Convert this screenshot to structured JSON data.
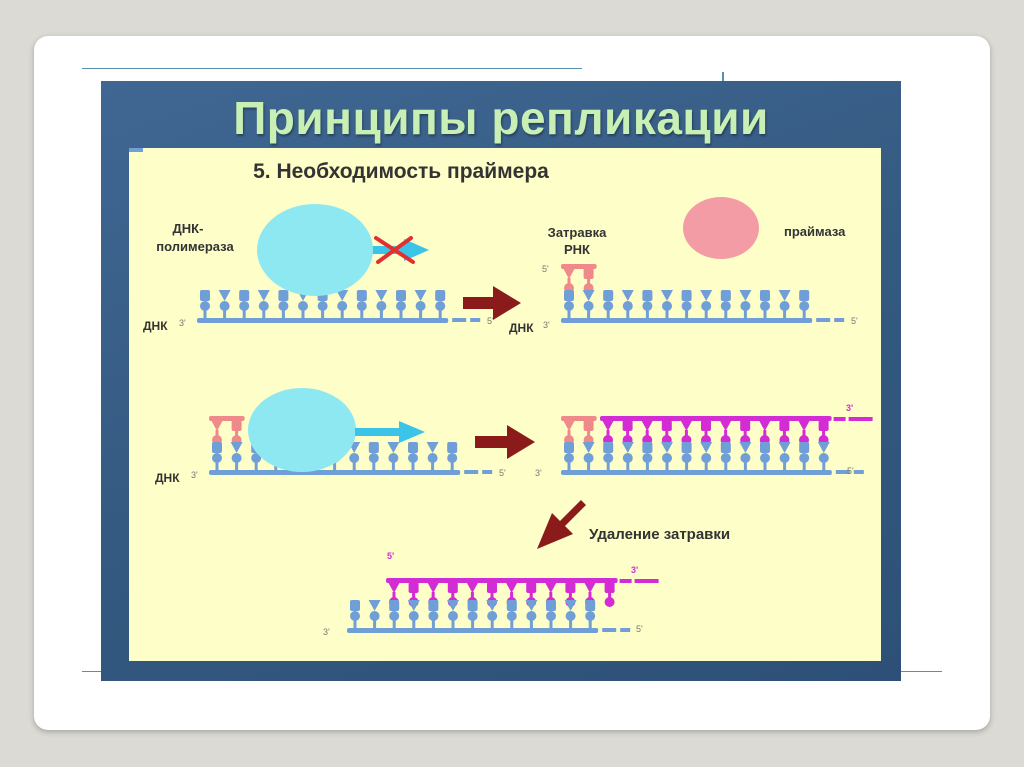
{
  "slide": {
    "title": "Принципы репликации",
    "subtitle": "5. Необходимость праймера"
  },
  "labels": {
    "dna_polymerase_line1": "ДНК-",
    "dna_polymerase_line2": "полимераза",
    "rna_primer_line1": "Затравка",
    "rna_primer_line2": "РНК",
    "primase": "праймаза",
    "dna": "ДНК",
    "primer_removal": "Удаление затравки",
    "end3": "3'",
    "end5": "5'"
  },
  "colors": {
    "background": "#dcdad4",
    "slide_blue": "#3a5f88",
    "title_green": "#c9f0b4",
    "panel_yellow": "#fefec8",
    "dna_blue": "#6f9fd6",
    "rna_primer_pink": "#f08a8a",
    "new_strand_magenta": "#d42cd4",
    "polymerase_cyan": "#8ee8f2",
    "primase_pink": "#f49ca6",
    "arrow_dark_red": "#8b1a1a",
    "arrow_cyan": "#3cc4e8",
    "cross_red": "#e23030"
  }
}
